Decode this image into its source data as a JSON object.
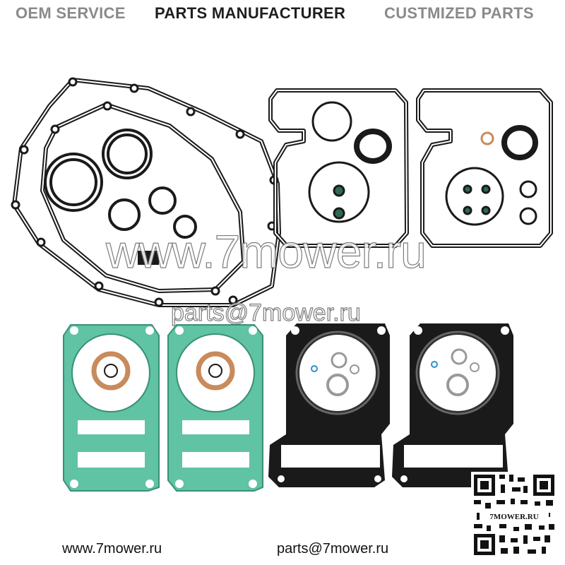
{
  "banner": {
    "oem_service": "OEM SERVICE",
    "parts_manufacturer": "PARTS MANUFACTURER",
    "customized_parts": "CUSTMIZED PARTS"
  },
  "watermark": {
    "site": "www.7mower.ru",
    "email": "parts@7mower.ru"
  },
  "footer": {
    "site": "www.7mower.ru",
    "email": "parts@7mower.ru"
  },
  "qr": {
    "label": "7MOWER.RU"
  },
  "colors": {
    "gasket_black": "#1a1a1a",
    "gasket_green": "#5fc3a4",
    "copper": "#c98a5c",
    "banner_gray": "#8a8a8a"
  }
}
